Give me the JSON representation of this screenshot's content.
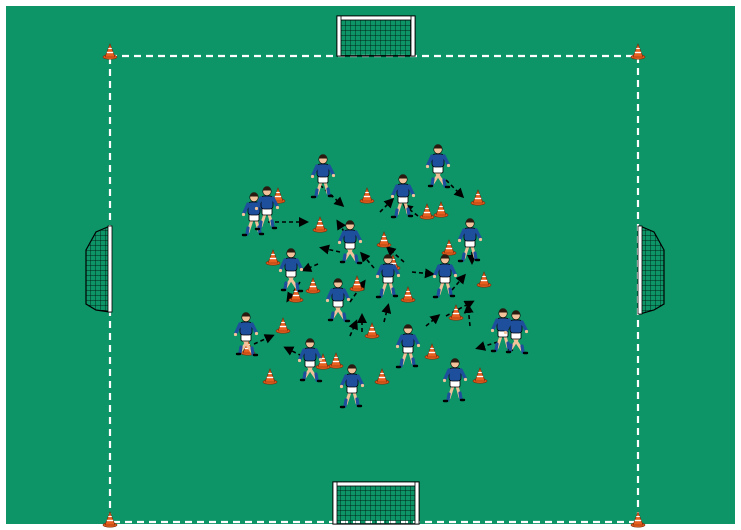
{
  "diagram": {
    "type": "soccer-drill-field",
    "colors": {
      "grass": "#0d9467",
      "frame": "#ffffff",
      "boundary": "#ffffff",
      "cone": "#e8601f",
      "cone_stripe": "#ffffff",
      "jersey": "#1e4f9c",
      "shorts": "#ffffff",
      "skin": "#f2c29a",
      "hair": "#2a1a10",
      "arrow": "#000000",
      "goal_net": "#000000"
    },
    "element_counts": {
      "corner_cones": 4,
      "field_cones": 25,
      "players": 18,
      "goals": 4
    },
    "boundary_style": "dashed",
    "goals": [
      "top",
      "bottom",
      "left",
      "right"
    ]
  }
}
